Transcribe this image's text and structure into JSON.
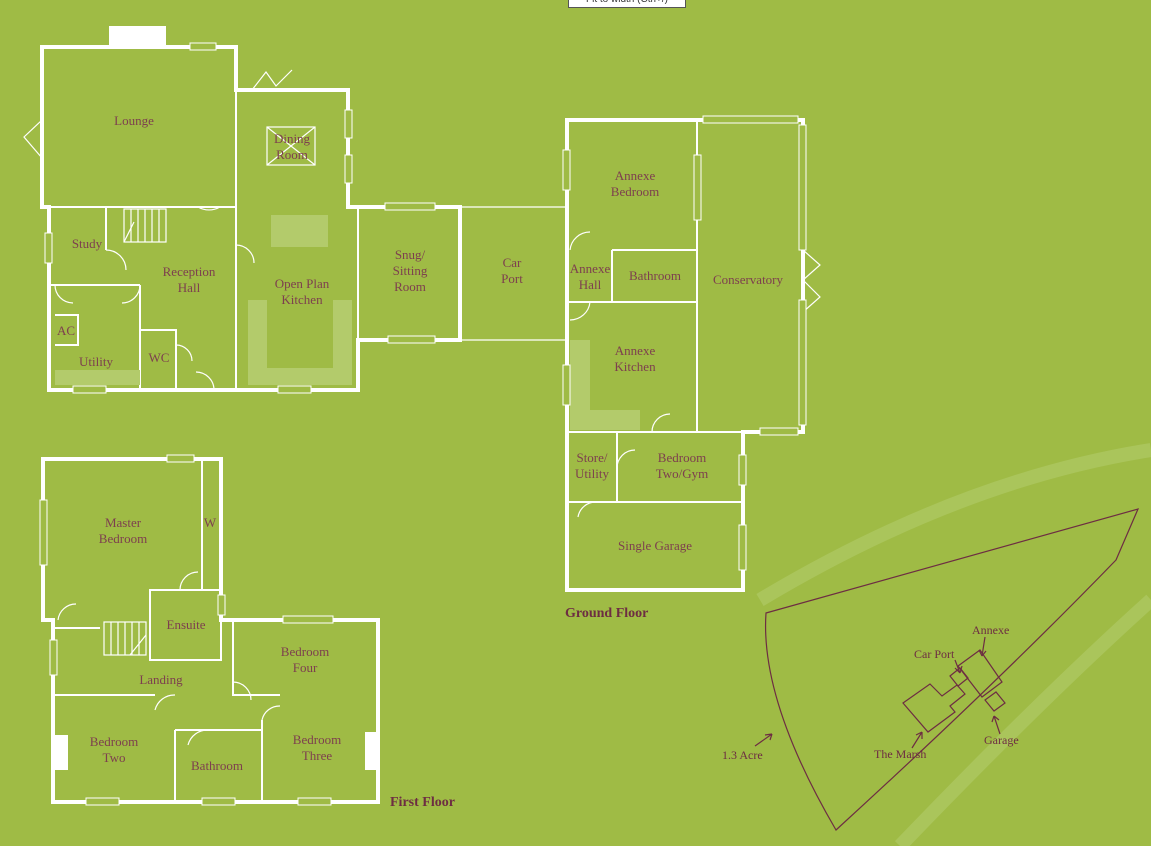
{
  "toolbar": {
    "fit_button_label": "Fit to width (Ctrl+/)"
  },
  "floors": {
    "ground": {
      "title": "Ground Floor",
      "rooms": [
        {
          "id": "lounge",
          "lines": [
            "Lounge"
          ]
        },
        {
          "id": "dining-room",
          "lines": [
            "Dining",
            "Room"
          ]
        },
        {
          "id": "study",
          "lines": [
            "Study"
          ]
        },
        {
          "id": "reception-hall",
          "lines": [
            "Reception",
            "Hall"
          ]
        },
        {
          "id": "open-plan-kitchen",
          "lines": [
            "Open Plan",
            "Kitchen"
          ]
        },
        {
          "id": "snug-sitting-room",
          "lines": [
            "Snug/",
            "Sitting",
            "Room"
          ]
        },
        {
          "id": "car-port",
          "lines": [
            "Car",
            "Port"
          ]
        },
        {
          "id": "ac",
          "lines": [
            "AC"
          ]
        },
        {
          "id": "utility",
          "lines": [
            "Utility"
          ]
        },
        {
          "id": "wc",
          "lines": [
            "WC"
          ]
        },
        {
          "id": "annexe-bedroom",
          "lines": [
            "Annexe",
            "Bedroom"
          ]
        },
        {
          "id": "annexe-hall",
          "lines": [
            "Annexe",
            "Hall"
          ]
        },
        {
          "id": "bathroom",
          "lines": [
            "Bathroom"
          ]
        },
        {
          "id": "conservatory",
          "lines": [
            "Conservatory"
          ]
        },
        {
          "id": "annexe-kitchen",
          "lines": [
            "Annexe",
            "Kitchen"
          ]
        },
        {
          "id": "store-utility",
          "lines": [
            "Store/",
            "Utility"
          ]
        },
        {
          "id": "bedroom-two-gym",
          "lines": [
            "Bedroom",
            "Two/Gym"
          ]
        },
        {
          "id": "single-garage",
          "lines": [
            "Single Garage"
          ]
        }
      ]
    },
    "first": {
      "title": "First Floor",
      "rooms": [
        {
          "id": "master-bedroom",
          "lines": [
            "Master",
            "Bedroom"
          ]
        },
        {
          "id": "wardrobe",
          "lines": [
            "W"
          ]
        },
        {
          "id": "ensuite",
          "lines": [
            "Ensuite"
          ]
        },
        {
          "id": "landing",
          "lines": [
            "Landing"
          ]
        },
        {
          "id": "bedroom-four",
          "lines": [
            "Bedroom",
            "Four"
          ]
        },
        {
          "id": "bedroom-two",
          "lines": [
            "Bedroom",
            "Two"
          ]
        },
        {
          "id": "bathroom",
          "lines": [
            "Bathroom"
          ]
        },
        {
          "id": "bedroom-three",
          "lines": [
            "Bedroom",
            "Three"
          ]
        }
      ]
    }
  },
  "site": {
    "labels": {
      "annexe": "Annexe",
      "car_port": "Car Port",
      "the_marsh": "The Marsh",
      "garage": "Garage",
      "acreage": "1.3 Acre"
    }
  },
  "colors": {
    "background": "#9fbb45",
    "walls": "#ffffff",
    "text": "#7d3f4e",
    "site_outline": "#6d2d42"
  }
}
